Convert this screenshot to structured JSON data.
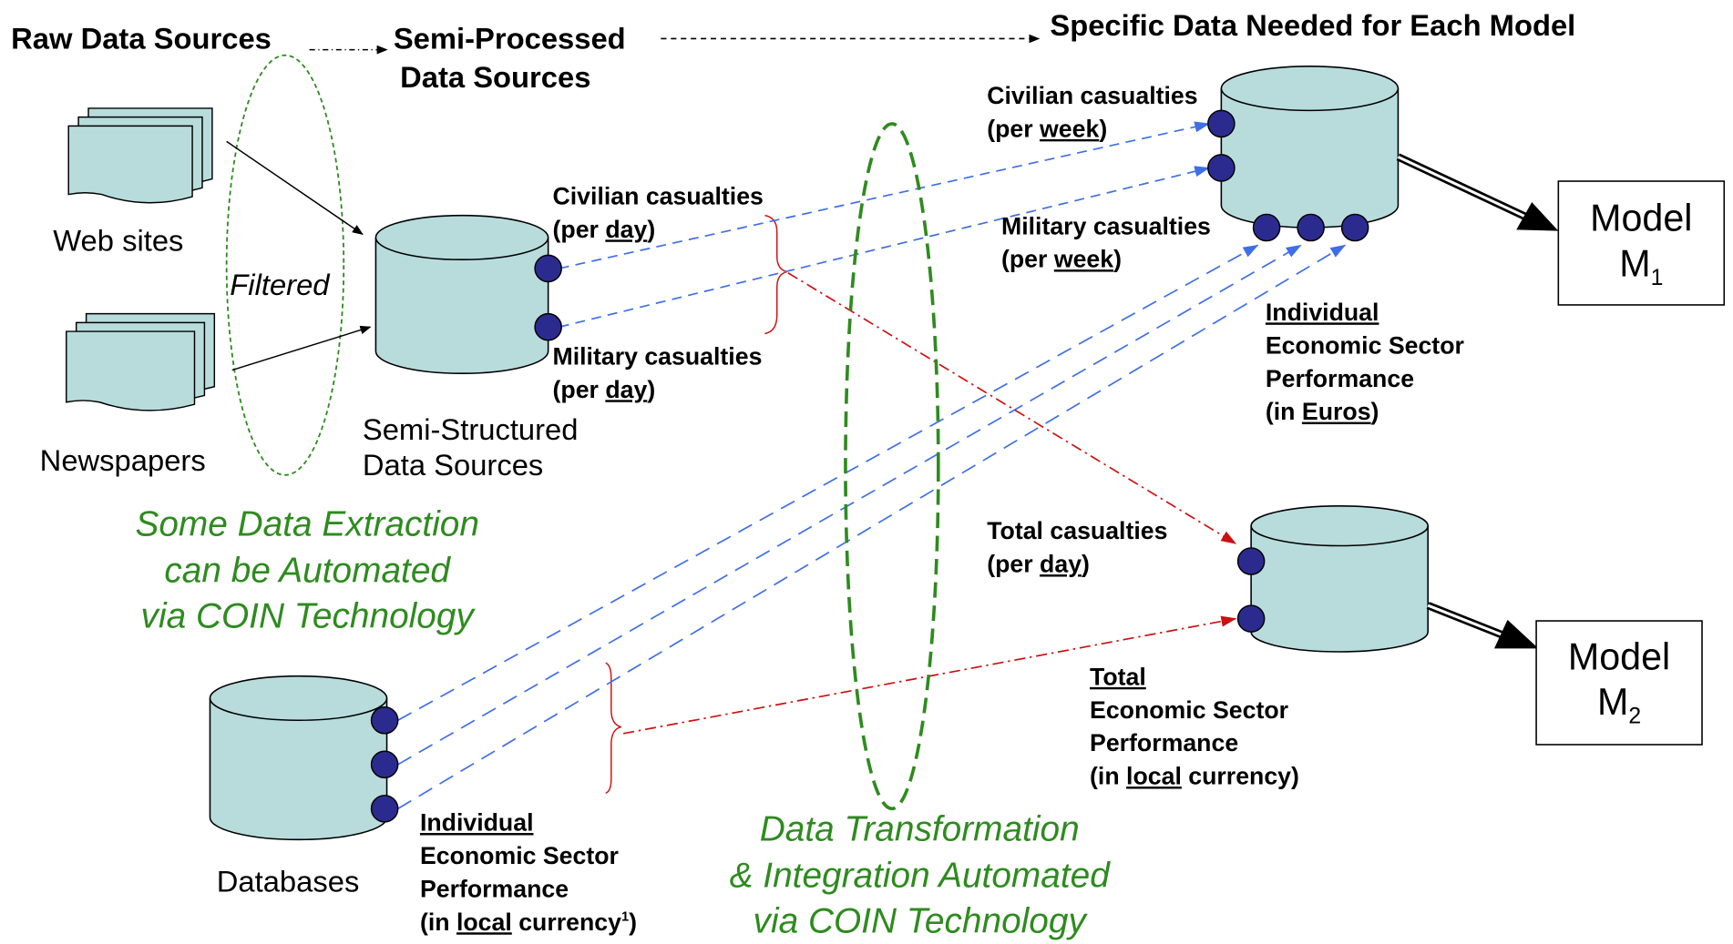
{
  "headers": {
    "raw": "Raw Data Sources",
    "semi_processed_1": "Semi-Processed",
    "semi_processed_2": "Data Sources",
    "specific": "Specific Data Needed for Each Model"
  },
  "sources": {
    "web_sites": "Web sites",
    "newspapers": "Newspapers",
    "filtered": "Filtered",
    "semi_structured_1": "Semi-Structured",
    "semi_structured_2": "Data Sources",
    "databases": "Databases"
  },
  "semi_fields": {
    "civilian_title": "Civilian casualties",
    "civilian_open": "(per ",
    "civilian_unit": "day",
    "civilian_close": ")",
    "military_title": "Military casualties",
    "military_open": "(per ",
    "military_unit": "day",
    "military_close": ")"
  },
  "db_fields": {
    "l1": "Individual",
    "l2": "Economic Sector",
    "l3": "Performance",
    "l4_open": "(in ",
    "l4_unit": "local",
    "l4_rest": " currency",
    "l4_sup": "1",
    "l4_close": ")"
  },
  "model1_fields": {
    "civilian_title": "Civilian casualties",
    "civilian_open": "(per ",
    "civilian_unit": "week",
    "civilian_close": ")",
    "military_title": "Military casualties",
    "military_open": "(per ",
    "military_unit": "week",
    "military_close": ")",
    "econ_l1": "Individual",
    "econ_l2": "Economic Sector",
    "econ_l3": "Performance",
    "econ_l4_open": "(in ",
    "econ_l4_unit": "Euros",
    "econ_l4_close": ")"
  },
  "model2_fields": {
    "total_title": "Total casualties",
    "total_open": "(per ",
    "total_unit": "day",
    "total_close": ")",
    "econ_l1": "Total",
    "econ_l2": "Economic Sector",
    "econ_l3": "Performance",
    "econ_l4_open": "(in ",
    "econ_l4_unit": "local",
    "econ_l4_rest": " currency)"
  },
  "models": {
    "m1_name": "Model",
    "m1_letter": "M",
    "m1_sub": "1",
    "m2_name": "Model",
    "m2_letter": "M",
    "m2_sub": "2"
  },
  "captions": {
    "extraction_1": "Some Data Extraction",
    "extraction_2": "can be Automated",
    "extraction_3": "via COIN Technology",
    "transform_1": "Data Transformation",
    "transform_2": "& Integration Automated",
    "transform_3": "via COIN Technology"
  },
  "colors": {
    "cylinder_fill": "#b8dcdc",
    "port_fill": "#2b2b8f",
    "blue_arrow": "#3f6fe6",
    "red_arrow": "#cc1111",
    "green": "#2e8b1f"
  }
}
